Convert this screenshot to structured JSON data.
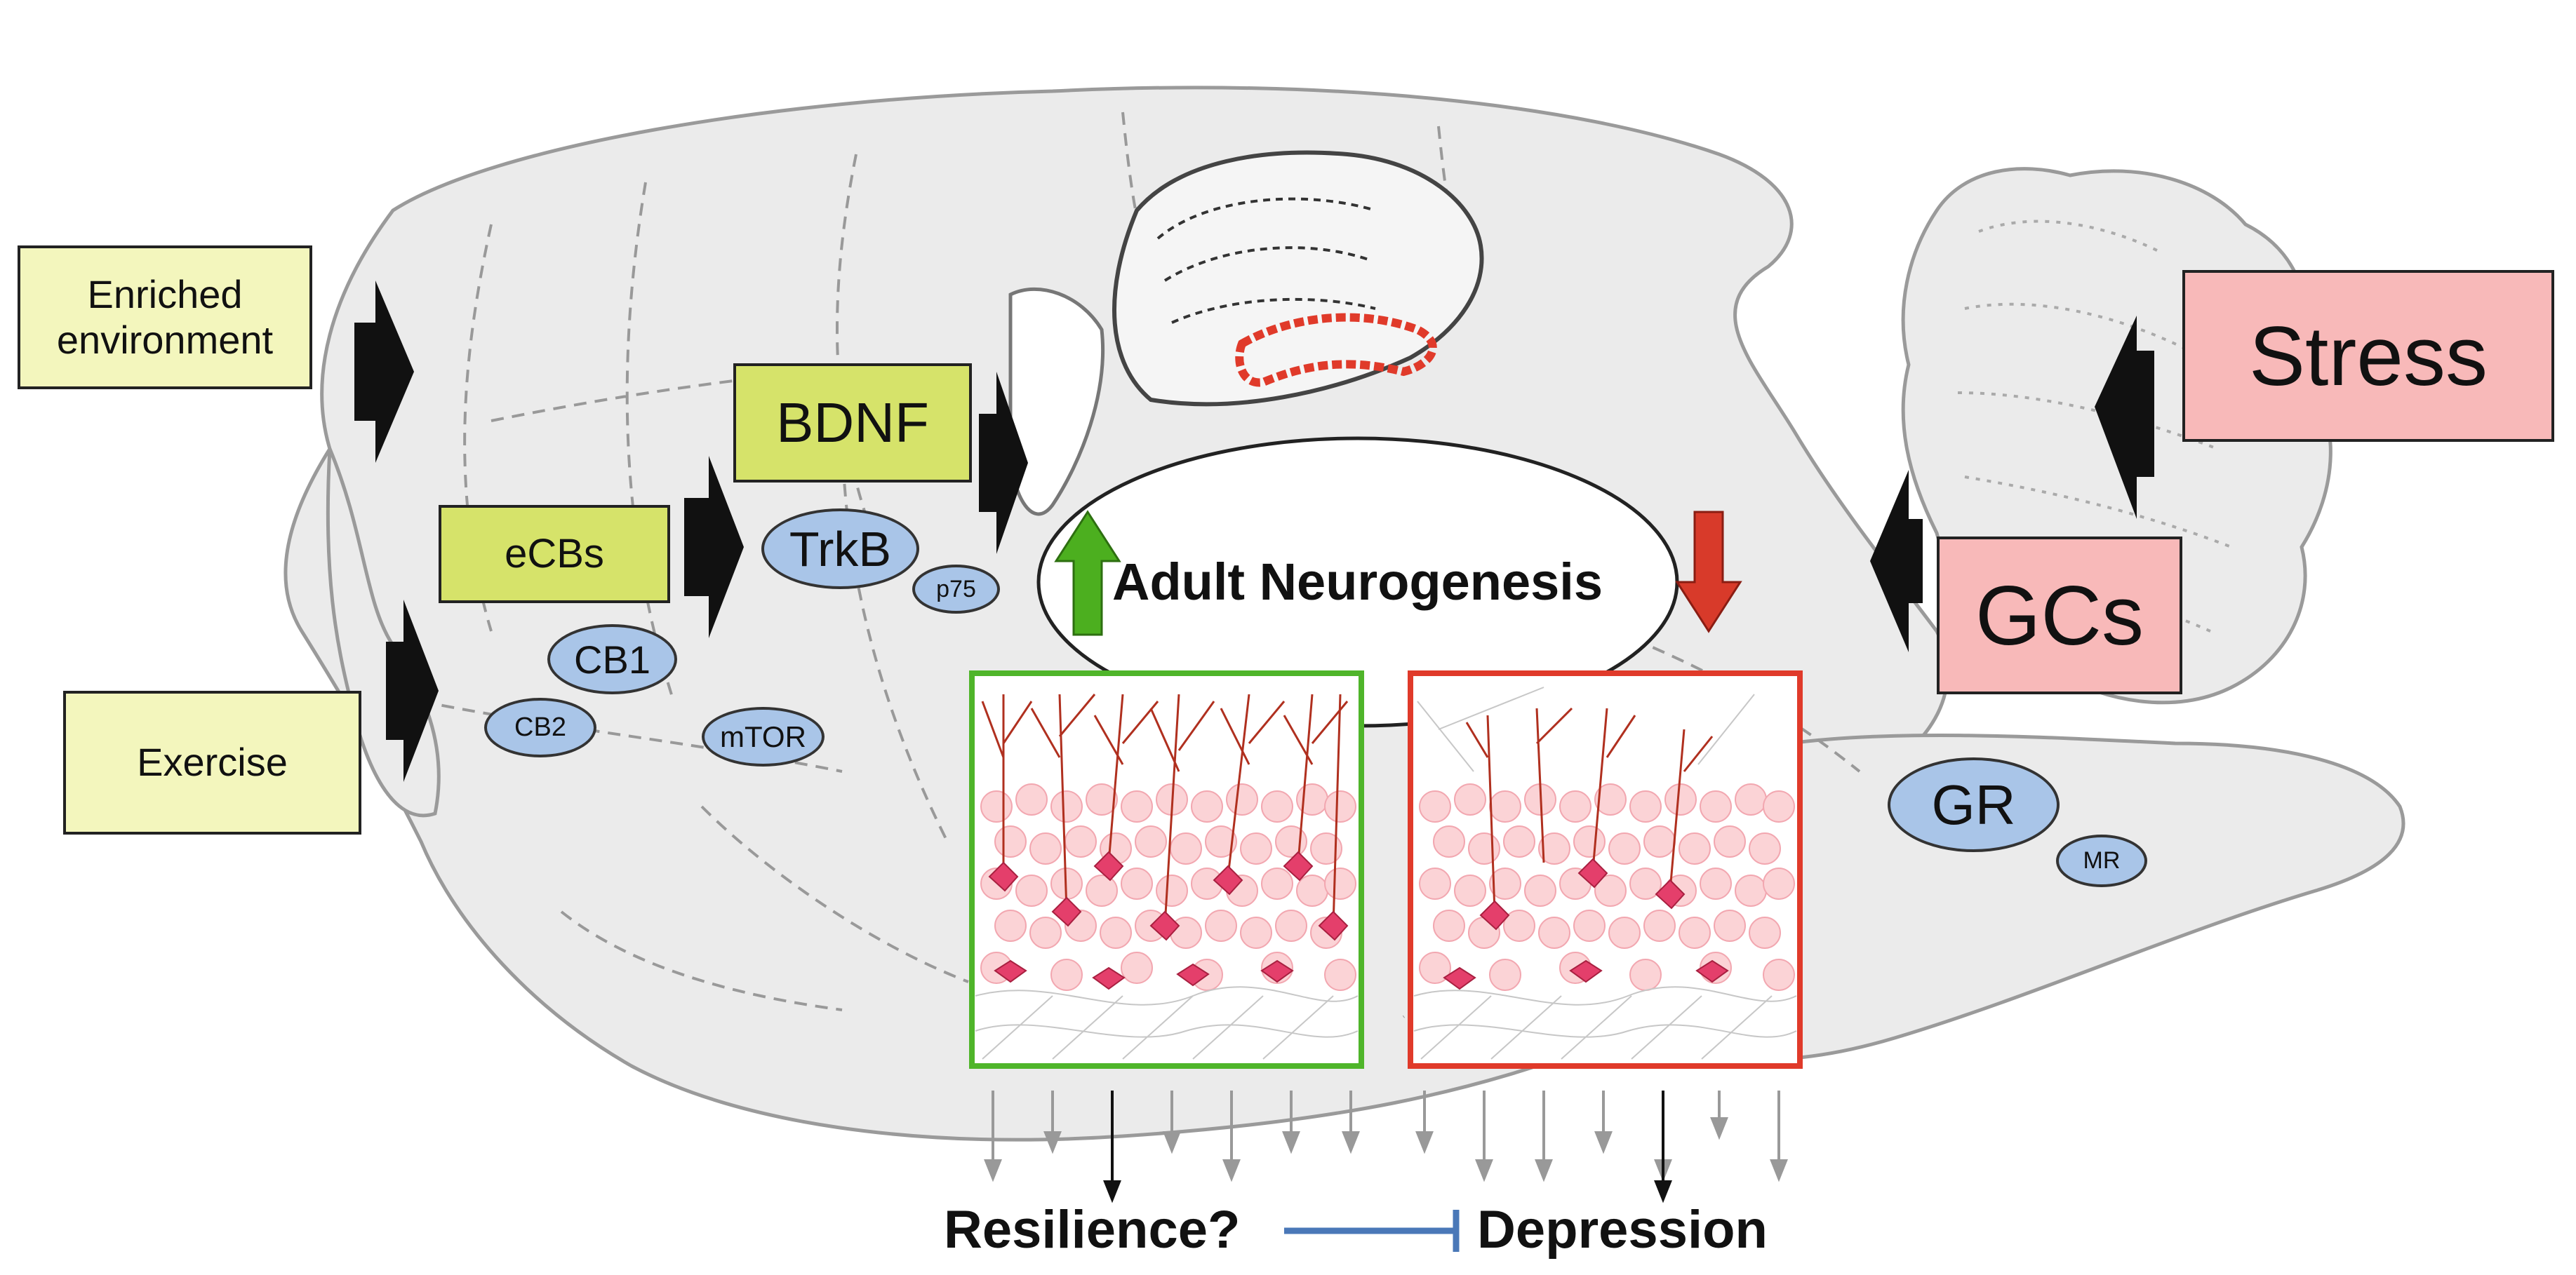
{
  "inputs": {
    "enriched": "Enriched environment",
    "exercise": "Exercise",
    "stress": "Stress",
    "gcs": "GCs"
  },
  "molecules": {
    "bdnf": "BDNF",
    "ecbs": "eCBs",
    "trkb": "TrkB",
    "p75": "p75",
    "cb1": "CB1",
    "cb2": "CB2",
    "mtor": "mTOR",
    "gr": "GR",
    "mr": "MR"
  },
  "center": {
    "title": "Adult Neurogenesis"
  },
  "outcomes": {
    "resilience": "Resilience?",
    "depression": "Depression"
  },
  "colors": {
    "up_arrow": "#4caf1f",
    "down_arrow": "#d83a2a",
    "healthy_frame": "#4fb52a",
    "impaired_frame": "#e03a2a",
    "inhibit_line": "#4a78b8"
  }
}
